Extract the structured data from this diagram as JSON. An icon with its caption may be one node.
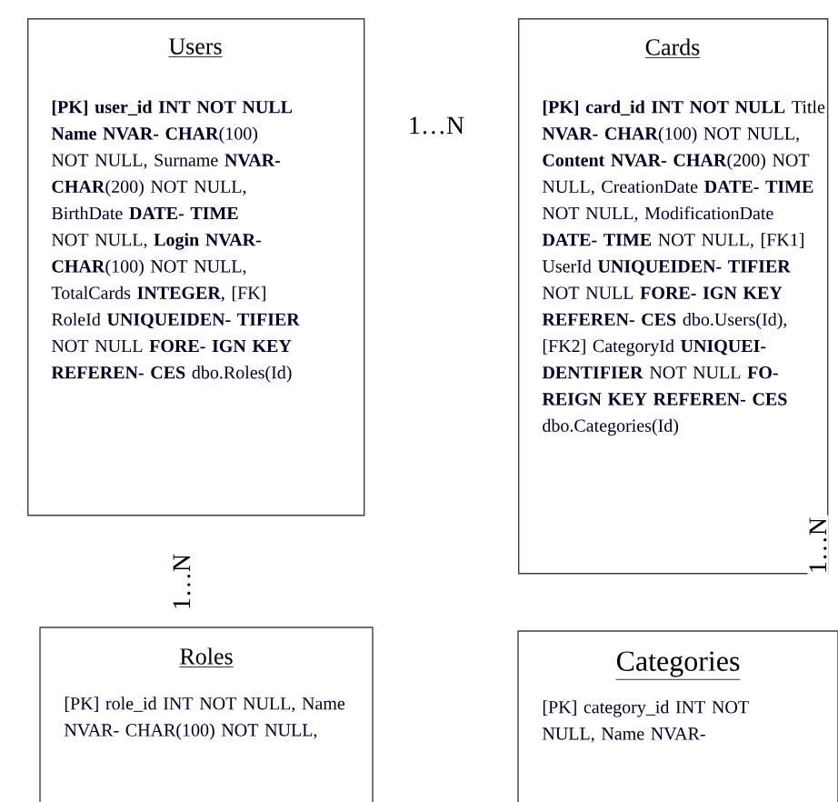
{
  "diagram": {
    "nodes": [
      {
        "text": [
          "Users",
          "**[PK] user_id INT NOT NULL** **Name NVAR- CHAR**(100) NOT NULL, Surname **NVAR- CHAR**(200) NOT NULL, BirthDate **DATE- TIME** NOT NULL, **Login NVAR- CHAR**(100) NOT NULL, TotalCards **INTEGER**, [FK] RoleId **UNIQUEIDEN- TIFIER** NOT NULL **FORE- IGN KEY REFEREN- CES** dbo.Roles(Id)"
        ]
      },
      {
        "text": [
          "Cards",
          "**[PK] card_id INT NOT NULL** Title **NVAR- CHAR**(100) NOT NULL, **Content NVAR- CHAR**(200) NOT NULL, CreationDate **DATE- TIME** NOT NULL, ModificationDate **DATE- TIME** NOT NULL, [FK1] UserId **UNIQUEIDEN- TIFIER** NOT NULL **FORE- IGN KEY REFEREN- CES** dbo.Users(Id), [FK2] CategoryId **UNIQUEI- DENTIFIER** NOT NULL **FO- REIGN KEY REFEREN- CES** dbo.Categories(Id)"
        ]
      },
      {
        "text": [
          "Roles",
          "[PK] role_id INT NOT NULL, Name NVAR- CHAR(100) NOT NULL,"
        ]
      },
      {
        "text": [
          "Categories",
          "[PK] category_id INT NOT NULL, Name NVAR-"
        ]
      }
    ],
    "labels": [
      "1…N",
      "1…N",
      "1…N"
    ]
  }
}
